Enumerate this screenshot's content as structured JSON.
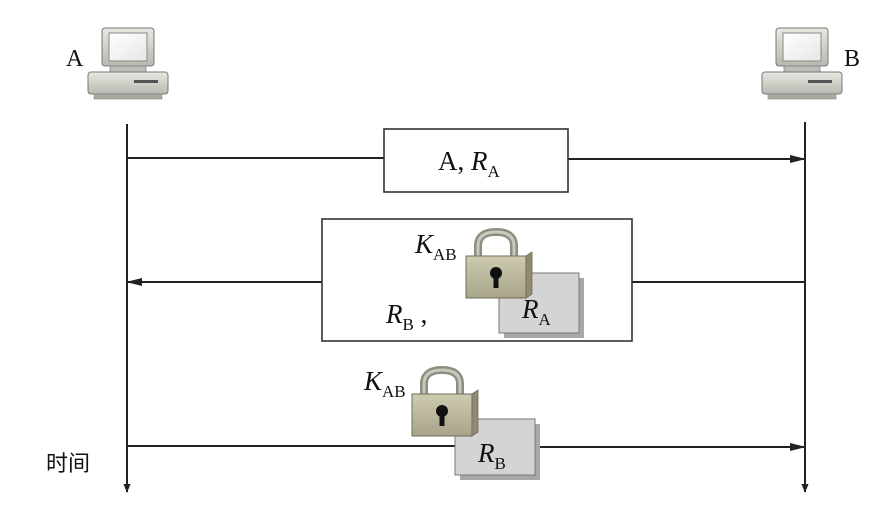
{
  "hosts": {
    "a": {
      "label": "A",
      "icon": "computer-icon"
    },
    "b": {
      "label": "B",
      "icon": "computer-icon"
    }
  },
  "time_axis_label": "时间",
  "messages": [
    {
      "direction": "A-to-B",
      "text": "A, ",
      "nonce": {
        "symbol": "R",
        "sub": "A"
      }
    },
    {
      "direction": "B-to-A",
      "key": {
        "symbol": "K",
        "sub": "AB",
        "icon": "lock-icon"
      },
      "plain": {
        "symbol": "R",
        "sub": "B",
        "suffix": " ,"
      },
      "encrypted": {
        "symbol": "R",
        "sub": "A"
      }
    },
    {
      "direction": "A-to-B",
      "key": {
        "symbol": "K",
        "sub": "AB",
        "icon": "lock-icon"
      },
      "encrypted": {
        "symbol": "R",
        "sub": "B"
      }
    }
  ],
  "colors": {
    "line": "#222222",
    "encrypted_box": "#d4d4d4",
    "lock_body": "#b9b59a",
    "lock_shackle": "#9a9a8a",
    "computer_case": "#cdcdc6"
  }
}
